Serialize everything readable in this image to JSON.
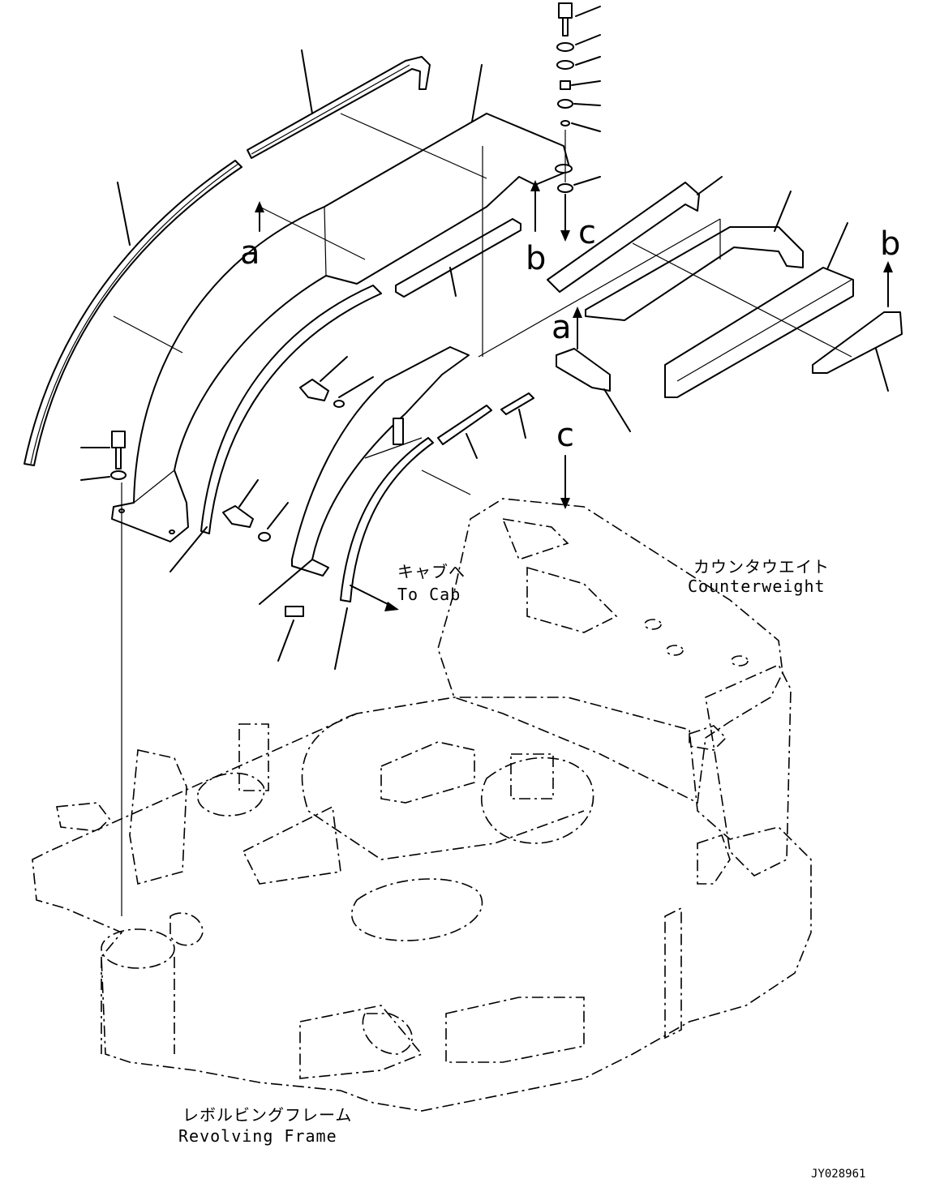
{
  "drawing": {
    "ref_letters": {
      "a_left": "a",
      "b_mid": "b",
      "c_top": "c",
      "a_right": "a",
      "b_right": "b",
      "c_lower": "c"
    },
    "labels": {
      "to_cab_jp": "キャブへ",
      "to_cab_en": "To Cab",
      "counterweight_jp": "カウンタウエイト",
      "counterweight_en": "Counterweight",
      "revolving_frame_jp": "レボルビングフレーム",
      "revolving_frame_en": "Revolving Frame"
    },
    "drawing_code": "JY028961"
  }
}
